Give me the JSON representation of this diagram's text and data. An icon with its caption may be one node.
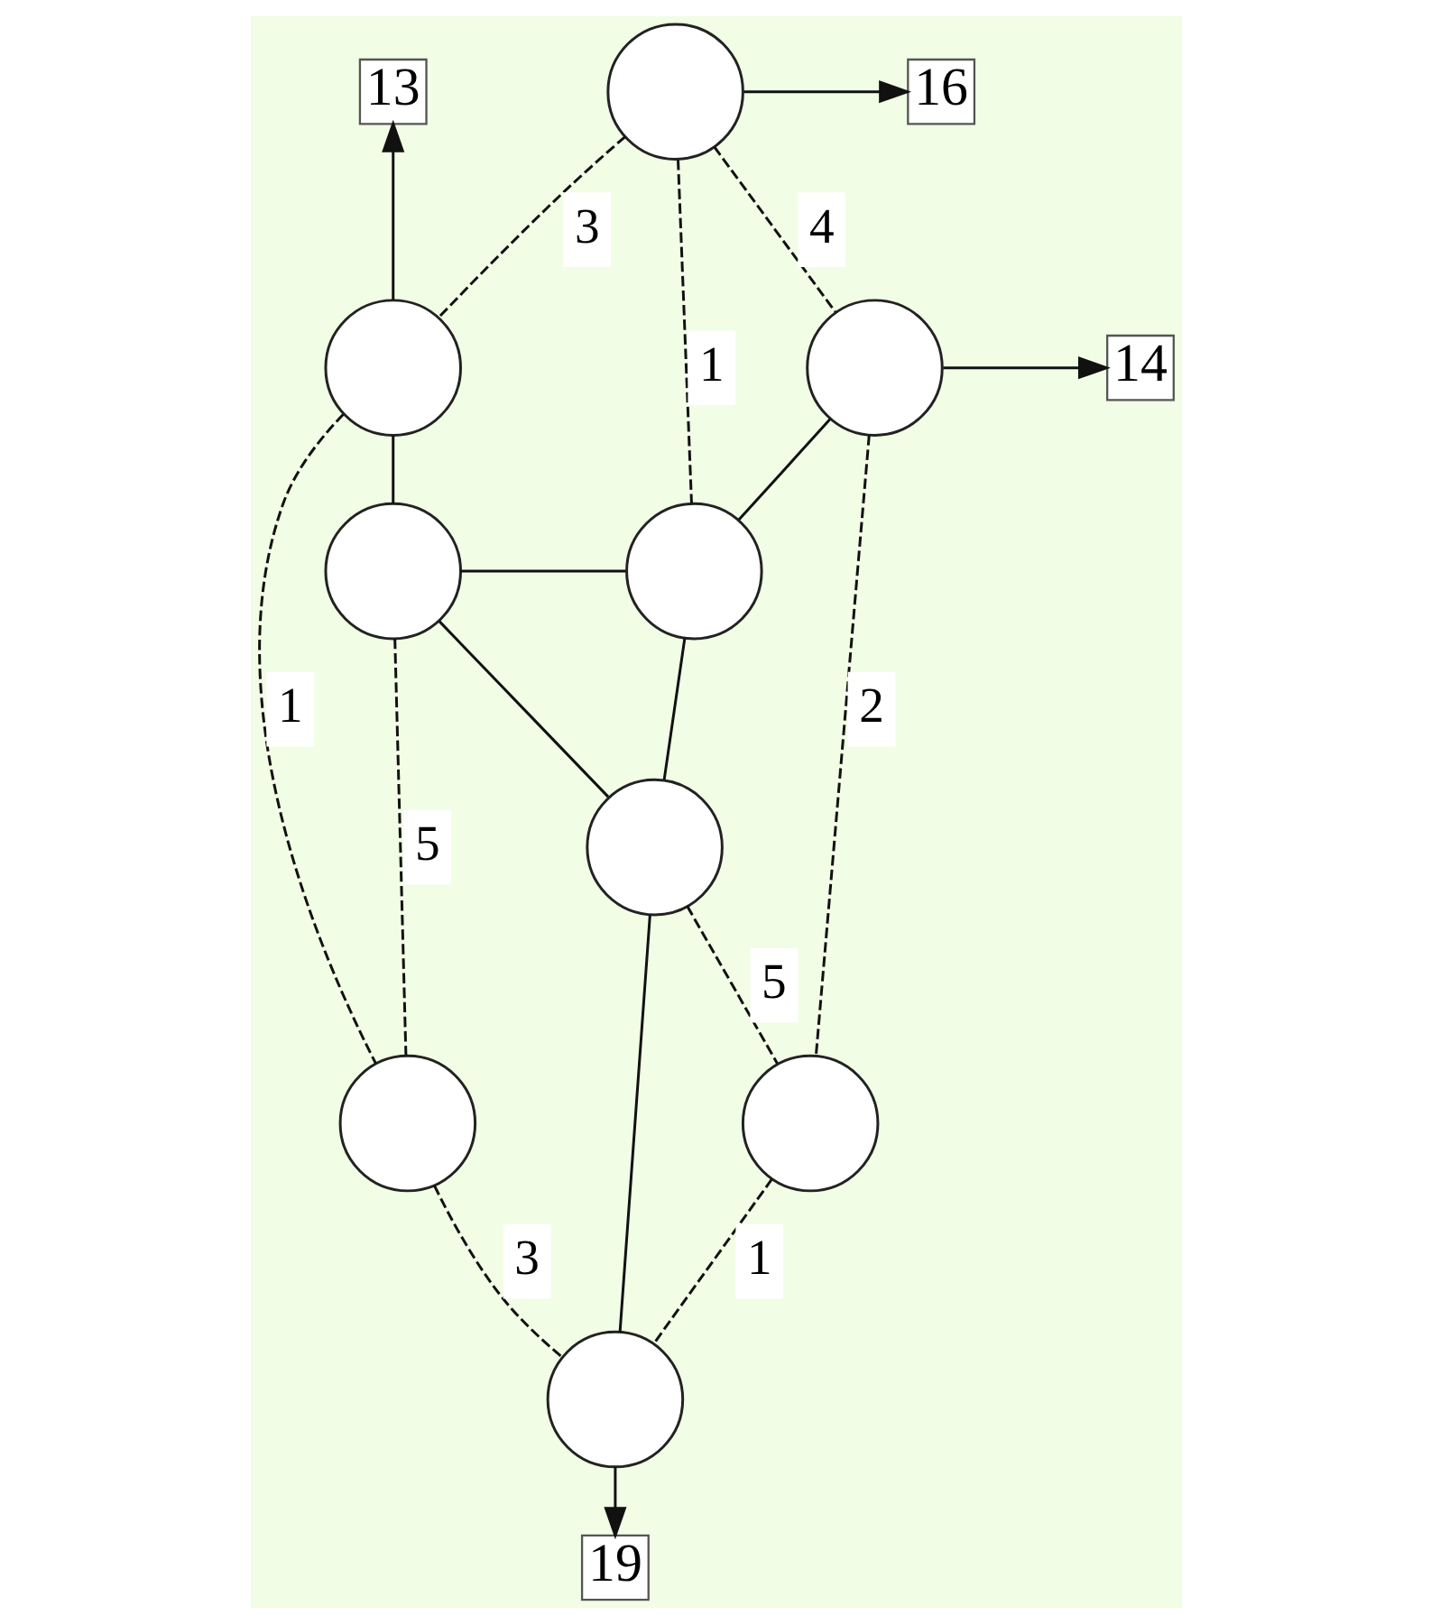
{
  "diagram": {
    "nodes": [
      {
        "text": [],
        "shape": "circle"
      },
      {
        "text": [
          "13"
        ]
      },
      {
        "text": [
          "16"
        ]
      },
      {
        "text": [
          "14"
        ]
      },
      {
        "text": [],
        "shape": "circle"
      },
      {
        "text": [],
        "shape": "circle"
      },
      {
        "text": [],
        "shape": "circle"
      },
      {
        "text": [],
        "shape": "circle"
      },
      {
        "text": [],
        "shape": "circle"
      },
      {
        "text": [],
        "shape": "circle"
      },
      {
        "text": [],
        "shape": "circle"
      },
      {
        "text": [],
        "shape": "circle"
      },
      {
        "text": [
          "19"
        ]
      }
    ],
    "edges": [
      {
        "from": 0,
        "to": 4,
        "arrow": "none",
        "style": "dashed",
        "label": "3"
      },
      {
        "from": 0,
        "to": 6,
        "arrow": "none",
        "style": "dashed",
        "label": "1"
      },
      {
        "from": 0,
        "to": 5,
        "arrow": "none",
        "style": "dashed",
        "label": "4"
      },
      {
        "from": 0,
        "to": 2,
        "arrow": "to"
      },
      {
        "from": 4,
        "to": 1,
        "arrow": "to"
      },
      {
        "from": 4,
        "to": 7,
        "arrow": "none"
      },
      {
        "from": 4,
        "to": 9,
        "arrow": "none",
        "style": "dashed",
        "label": "1"
      },
      {
        "from": 7,
        "to": 6,
        "arrow": "none"
      },
      {
        "from": 7,
        "to": 8,
        "arrow": "none"
      },
      {
        "from": 7,
        "to": 9,
        "arrow": "none",
        "style": "dashed",
        "label": "5"
      },
      {
        "from": 6,
        "to": 5,
        "arrow": "none"
      },
      {
        "from": 6,
        "to": 8,
        "arrow": "none"
      },
      {
        "from": 5,
        "to": 3,
        "arrow": "to"
      },
      {
        "from": 5,
        "to": 10,
        "arrow": "none",
        "style": "dashed",
        "label": "2"
      },
      {
        "from": 8,
        "to": 11,
        "arrow": "none"
      },
      {
        "from": 8,
        "to": 10,
        "arrow": "none",
        "style": "dashed",
        "label": "5"
      },
      {
        "from": 9,
        "to": 11,
        "arrow": "none",
        "style": "dashed",
        "label": "3"
      },
      {
        "from": 11,
        "to": 10,
        "arrow": "none",
        "style": "dashed",
        "label": "1"
      },
      {
        "from": 11,
        "to": 12,
        "arrow": "to"
      }
    ]
  }
}
